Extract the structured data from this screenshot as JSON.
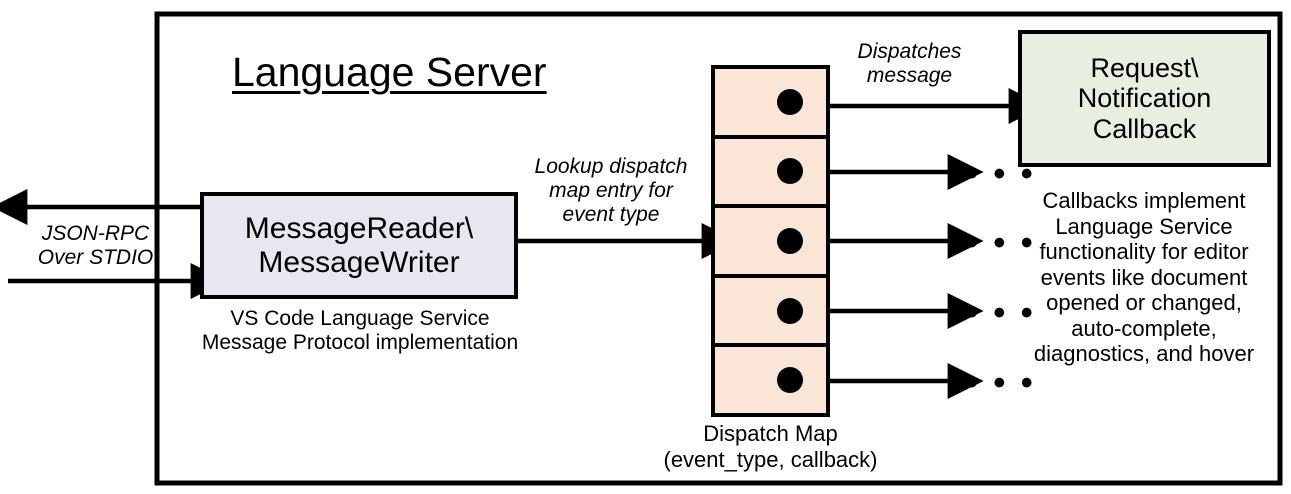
{
  "diagram": {
    "title": "Language Server",
    "frame_label": "language-server-boundary"
  },
  "message_reader": {
    "label": "MessageReader\\\nMessageWriter",
    "caption": "VS Code Language Service\nMessage Protocol implementation",
    "fill": "#EAE6F0"
  },
  "dispatch_map": {
    "caption": "Dispatch Map\n(event_type, callback)",
    "fill": "#FBE5D6",
    "cells": [
      {
        "name": "dispatch-map-entry-1"
      },
      {
        "name": "dispatch-map-entry-2"
      },
      {
        "name": "dispatch-map-entry-3"
      },
      {
        "name": "dispatch-map-entry-4"
      },
      {
        "name": "dispatch-map-entry-5"
      }
    ]
  },
  "callback": {
    "label": "Request\\\nNotification\nCallback",
    "caption": "Callbacks implement\nLanguage Service\nfunctionality for editor\nevents like document\nopened or changed,\nauto-complete,\ndiagnostics, and hover",
    "fill": "#E8EEE0"
  },
  "edges": {
    "stdio_label": "JSON-RPC\nOver STDIO",
    "lookup_label": "Lookup dispatch\nmap entry for\nevent type",
    "dispatch_label": "Dispatches\nmessage"
  },
  "ellipses": [
    {
      "text": "• • •"
    },
    {
      "text": "• • •"
    },
    {
      "text": "• • •"
    },
    {
      "text": "• • •"
    }
  ],
  "colors": {
    "stroke": "#000000",
    "background": "#FFFFFF"
  }
}
